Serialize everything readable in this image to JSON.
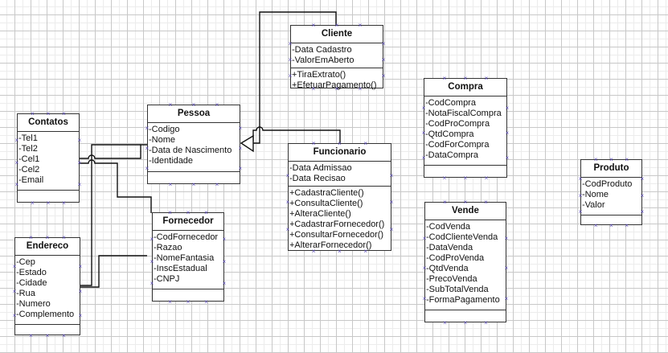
{
  "diagram": {
    "type": "UML class diagram",
    "classes": {
      "cliente": {
        "name": "Cliente",
        "attributes": [
          "-Data Cadastro",
          "-ValorEmAberto"
        ],
        "operations": [
          "+TiraExtrato()",
          "+EfetuarPagamento()"
        ]
      },
      "pessoa": {
        "name": "Pessoa",
        "attributes": [
          "-Codigo",
          "-Nome",
          "-Data de Nascimento",
          "-Identidade"
        ],
        "operations": []
      },
      "contatos": {
        "name": "Contatos",
        "attributes": [
          "-Tel1",
          "-Tel2",
          "-Cel1",
          "-Cel2",
          "-Email"
        ],
        "operations": []
      },
      "endereco": {
        "name": "Endereco",
        "attributes": [
          "-Cep",
          "-Estado",
          "-Cidade",
          "-Rua",
          "-Numero",
          "-Complemento"
        ],
        "operations": []
      },
      "fornecedor": {
        "name": "Fornecedor",
        "attributes": [
          "-CodFornecedor",
          "-Razao",
          "-NomeFantasia",
          "-InscEstadual",
          "-CNPJ"
        ],
        "operations": []
      },
      "funcionario": {
        "name": "Funcionario",
        "attributes": [
          "-Data Admissao",
          "-Data Recisao"
        ],
        "operations": [
          "+CadastraCliente()",
          "+ConsultaCliente()",
          "+AlteraCliente()",
          "+CadastrarFornecedor()",
          "+ConsultarFornecedor()",
          "+AlterarFornecedor()"
        ]
      },
      "compra": {
        "name": "Compra",
        "attributes": [
          "-CodCompra",
          "-NotaFiscalCompra",
          "-CodProCompra",
          "-QtdCompra",
          "-CodForCompra",
          "-DataCompra"
        ],
        "operations": []
      },
      "vende": {
        "name": "Vende",
        "attributes": [
          "-CodVenda",
          "-CodClienteVenda",
          "-DataVenda",
          "-CodProVenda",
          "-QtdVenda",
          "-PrecoVenda",
          "-SubTotalVenda",
          "-FormaPagamento"
        ],
        "operations": []
      },
      "produto": {
        "name": "Produto",
        "attributes": [
          "-CodProduto",
          "-Nome",
          "-Valor"
        ],
        "operations": []
      }
    },
    "relationships": [
      {
        "type": "generalization",
        "from": "Cliente",
        "to": "Pessoa"
      },
      {
        "type": "generalization",
        "from": "Funcionario",
        "to": "Pessoa"
      },
      {
        "type": "association",
        "from": "Contatos",
        "to": "Pessoa"
      },
      {
        "type": "association",
        "from": "Contatos",
        "to": "Fornecedor"
      },
      {
        "type": "association",
        "from": "Pessoa",
        "to": "Endereco"
      },
      {
        "type": "association",
        "from": "Endereco",
        "to": "Fornecedor"
      }
    ]
  }
}
